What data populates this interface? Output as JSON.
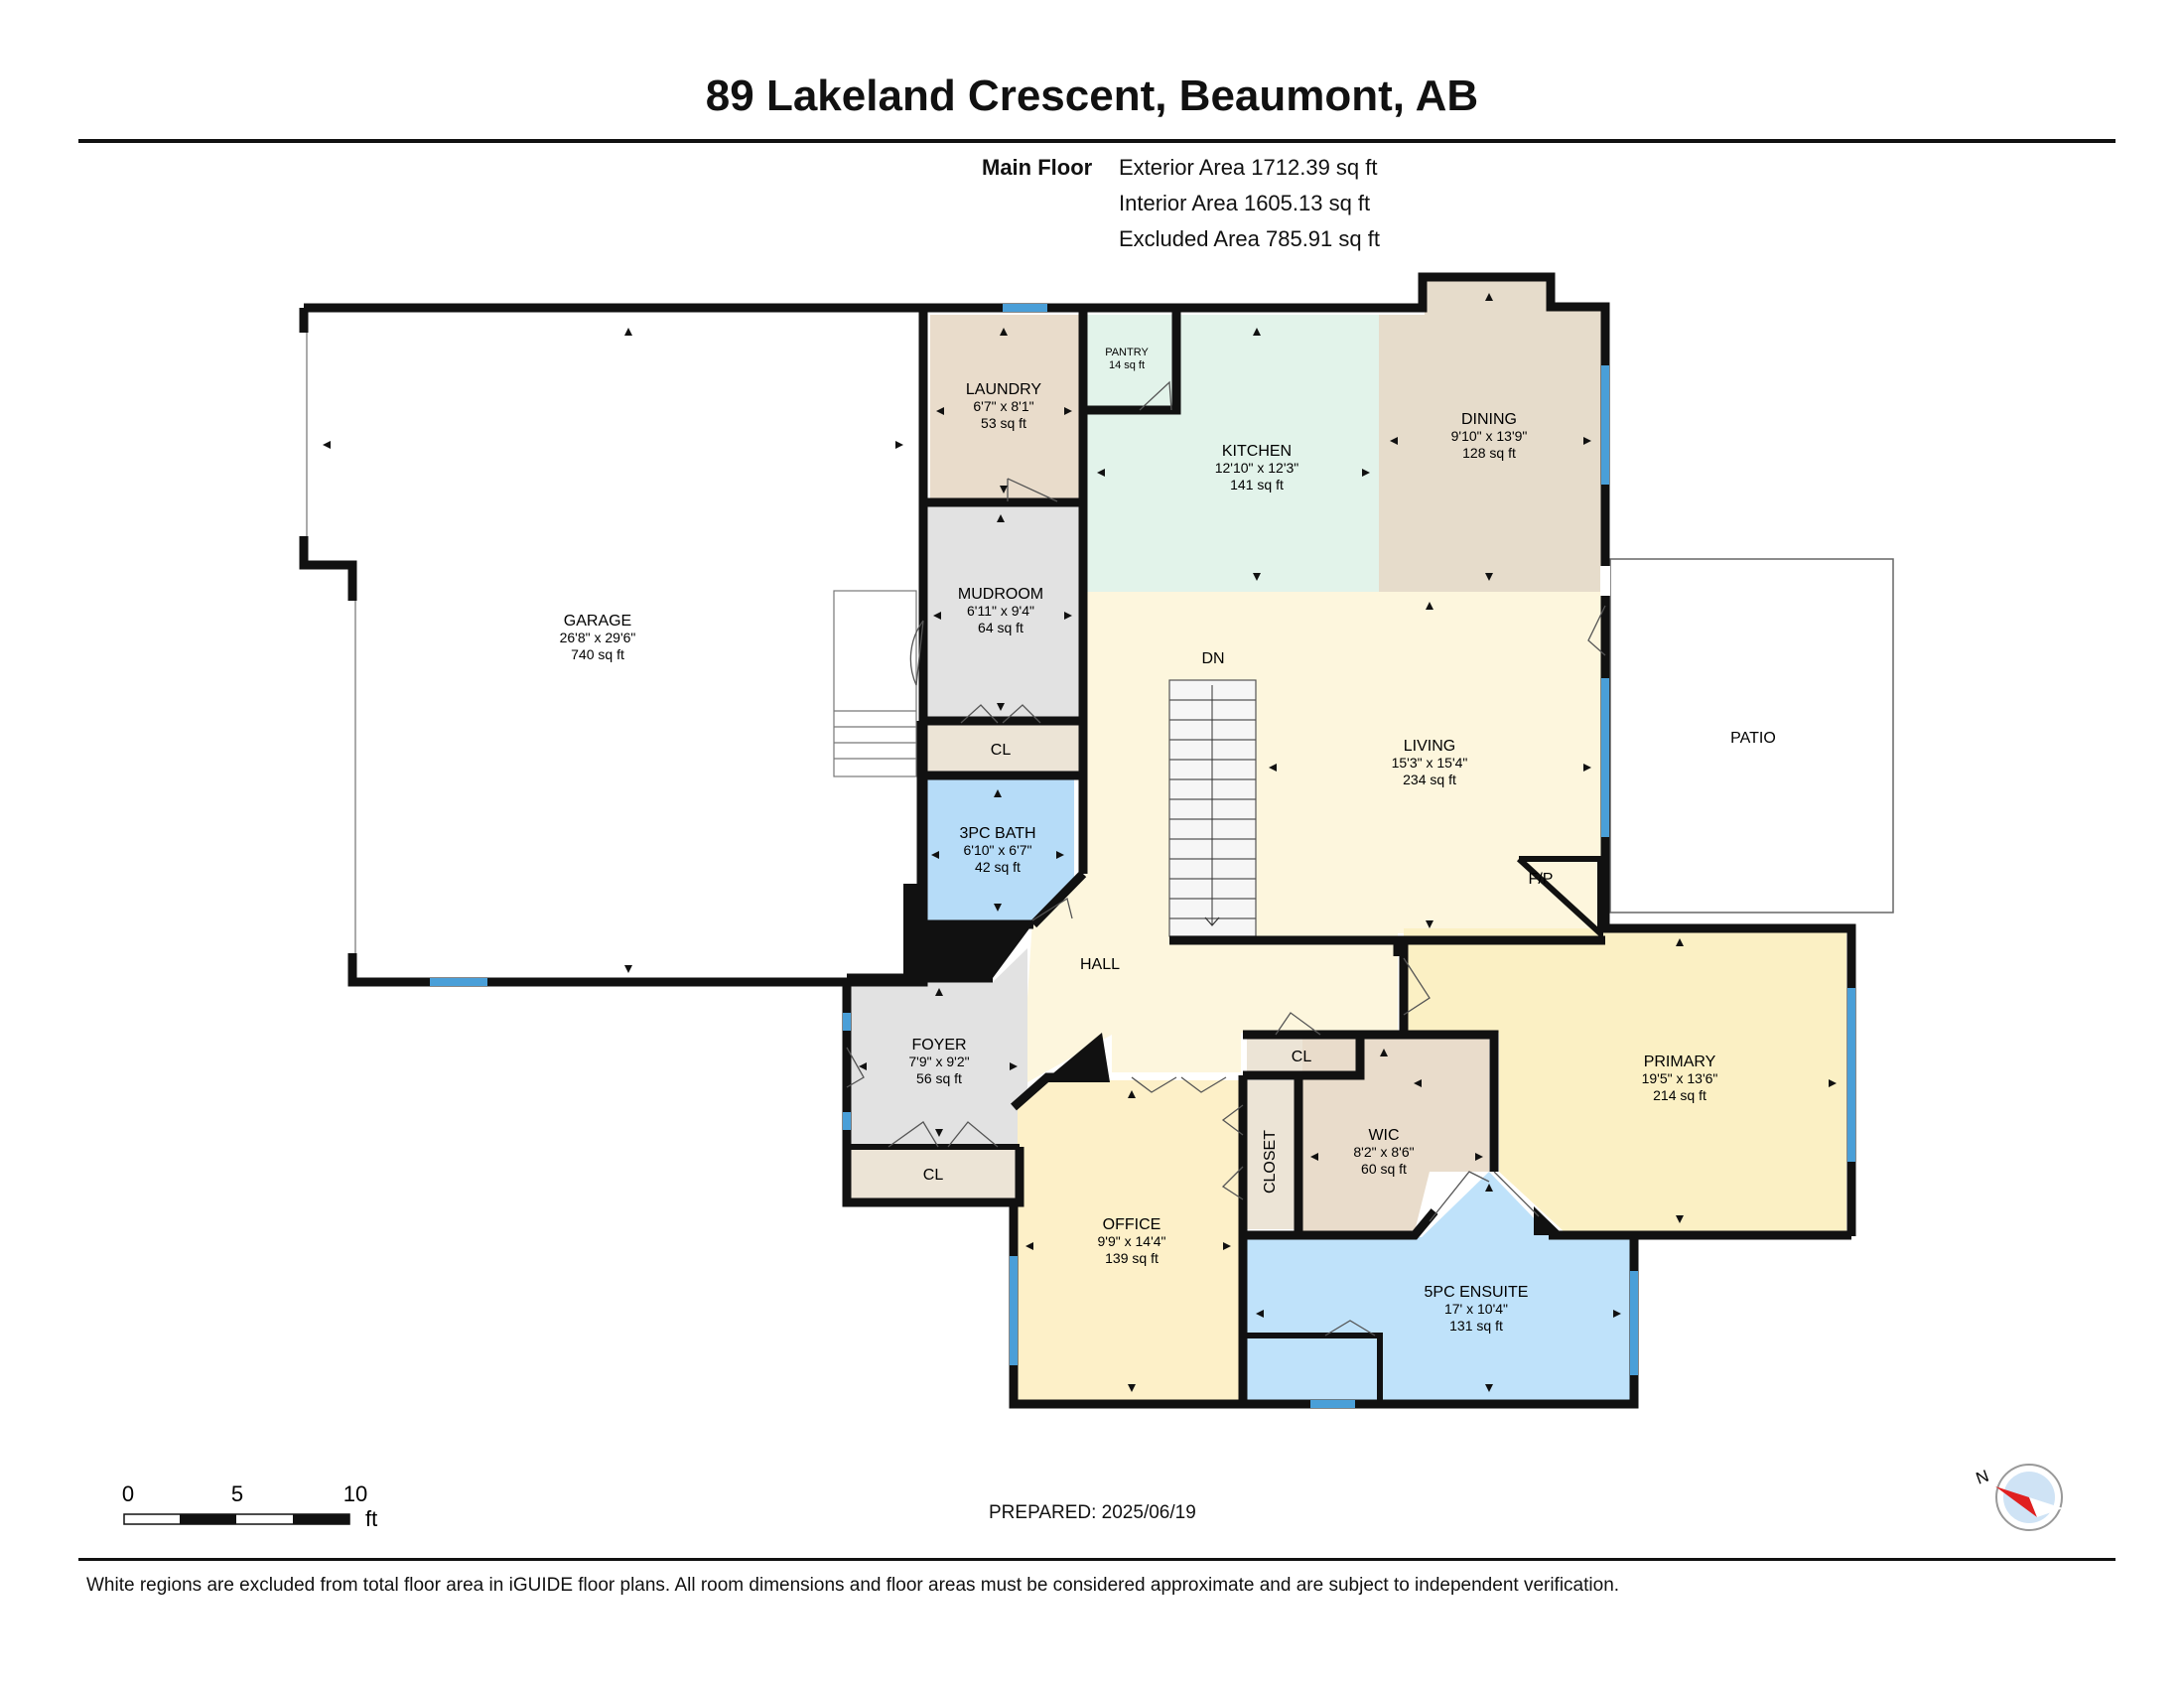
{
  "header": {
    "title": "89 Lakeland Crescent, Beaumont, AB",
    "floor_label": "Main Floor",
    "exterior_area": "Exterior Area 1712.39 sq ft",
    "interior_area": "Interior Area 1605.13 sq ft",
    "excluded_area": "Excluded Area 785.91 sq ft"
  },
  "rooms": {
    "garage": {
      "name": "GARAGE",
      "dim": "26'8\" x 29'6\"",
      "area": "740 sq ft"
    },
    "laundry": {
      "name": "LAUNDRY",
      "dim": "6'7\" x 8'1\"",
      "area": "53 sq ft"
    },
    "pantry": {
      "name": "PANTRY",
      "area": "14 sq ft"
    },
    "kitchen": {
      "name": "KITCHEN",
      "dim": "12'10\" x 12'3\"",
      "area": "141 sq ft"
    },
    "dining": {
      "name": "DINING",
      "dim": "9'10\" x 13'9\"",
      "area": "128 sq ft"
    },
    "mudroom": {
      "name": "MUDROOM",
      "dim": "6'11\" x 9'4\"",
      "area": "64 sq ft"
    },
    "mud_cl": {
      "name": "CL"
    },
    "living": {
      "name": "LIVING",
      "dim": "15'3\" x 15'4\"",
      "area": "234 sq ft"
    },
    "patio": {
      "name": "PATIO"
    },
    "bath": {
      "name": "3PC BATH",
      "dim": "6'10\" x 6'7\"",
      "area": "42 sq ft"
    },
    "hall": {
      "name": "HALL"
    },
    "dn": {
      "name": "DN"
    },
    "fp": {
      "name": "F/P"
    },
    "foyer": {
      "name": "FOYER",
      "dim": "7'9\" x 9'2\"",
      "area": "56 sq ft"
    },
    "foyer_cl": {
      "name": "CL"
    },
    "office": {
      "name": "OFFICE",
      "dim": "9'9\" x 14'4\"",
      "area": "139 sq ft"
    },
    "hall_cl": {
      "name": "CL"
    },
    "closet": {
      "name": "CLOSET"
    },
    "wic": {
      "name": "WIC",
      "dim": "8'2\" x 8'6\"",
      "area": "60 sq ft"
    },
    "primary": {
      "name": "PRIMARY",
      "dim": "19'5\" x 13'6\"",
      "area": "214 sq ft"
    },
    "ensuite": {
      "name": "5PC ENSUITE",
      "dim": "17' x 10'4\"",
      "area": "131 sq ft"
    }
  },
  "scale": {
    "labels": [
      "0",
      "5",
      "10"
    ],
    "unit": "ft"
  },
  "compass": {
    "label": "N"
  },
  "prepared": "PREPARED: 2025/06/19",
  "footer": "White regions are excluded from total floor area in iGUIDE floor plans. All room dimensions and floor areas must be considered approximate and are subject to independent verification.",
  "colors": {
    "wall": "#111111",
    "window": "#4a9fd8",
    "kitchen": "#e2f3ea",
    "dining": "#e6dccb",
    "laundry": "#e9dccb",
    "mudroom": "#e2e2e2",
    "closet": "#ece4d6",
    "bath": "#b6dcf8",
    "living": "#fdf6dd",
    "office": "#fdf0c8",
    "primary": "#fbf0c4",
    "wic": "#e9dccb",
    "ensuite": "#bfe2fa",
    "foyer": "#e2e2e2",
    "compass": "#e02020"
  }
}
